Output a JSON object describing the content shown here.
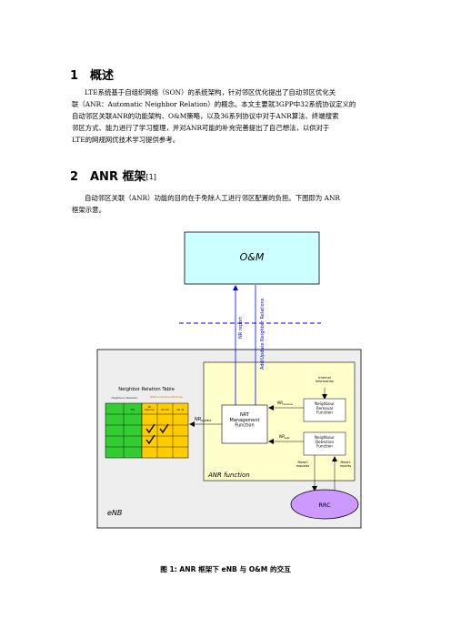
{
  "section1": {
    "number": "1",
    "title": "概述",
    "lines": [
      "LTE系统基于自组织网络（SON）的系统架构，针对邻区优化提出了自动邻区优化关",
      "联（ANR：Automatic Neighbor Relation）的概念。本文主要就3GPP中32系统协议定义的",
      "自动邻区关联ANR的功能架构、O&M策略，以及36系列协议中对于ANR算法、终端搜索",
      "邻区方式、能力进行了学习整理，并对ANR可能的补充完善提出了自己想法，以供对于",
      "LTE的网规网优技术学习提供参考。"
    ]
  },
  "section2": {
    "number": "2",
    "title": "ANR 框架",
    "ref": "[1]",
    "lines": [
      "自动邻区关联（ANR）功能的目的在于免除人工进行邻区配置的负担。下图即为 ANR",
      "框架示意。"
    ]
  },
  "diagram": {
    "om_label": "O&M",
    "nr_report": "NR report",
    "add_update": "Add/Update Neighbor Relations",
    "enb_label": "eNB",
    "anr_function": "ANR function",
    "table_title": "Neighbor Relation Table",
    "neighbour_relation": "Neighbour Relation",
    "attributes_header": "OAM Controlled Attributes",
    "columns": [
      "TCI",
      "No\nRemove",
      "No HO",
      "No X2"
    ],
    "internal_info": "Internal\nInformation",
    "nrt_function": "NRT\nManagement\nFunction",
    "removal_function": "Neighbour\nRemoval\nFunction",
    "detection_function": "Neighbour\nDetection\nFunction",
    "nr_update": "NR",
    "nr_update_sub": "update",
    "nr_remove": "NR",
    "nr_remove_sub": "remove",
    "nr_add": "NR",
    "nr_add_sub": "add",
    "rrc": "RRC",
    "meas_requests": "Meas't\nrequests",
    "meas_reports": "Meas't\nreports",
    "colors": {
      "om_fill": "#ccffff",
      "anr_fill": "#ffffcc",
      "enb_fill": "#eeeeee",
      "rrc_fill": "#cc99ff",
      "table_green": "#33cc33",
      "table_orange": "#ffcc00",
      "arrow_blue": "#0000ff"
    }
  },
  "caption": "图 1: ANR 框架下 eNB 与 O&M 的交互"
}
